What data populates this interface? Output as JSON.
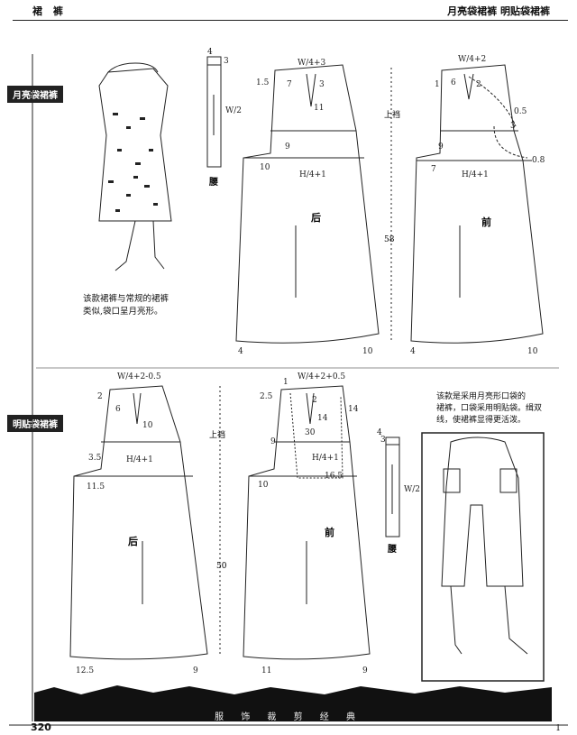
{
  "header": {
    "left": "裙 裤",
    "right": "月亮袋裙裤  明贴袋裙裤"
  },
  "sections": {
    "moon": {
      "tag": "月亮袋裙裤",
      "caption_line1": "该款裙裤与常规的裙裤",
      "caption_line2": "类似,袋口呈月亮形。"
    },
    "patch": {
      "tag": "明贴袋裙裤",
      "caption_line1": "该款是采用月亮形口袋的",
      "caption_line2": "裙裤，口袋采用明贴袋。缉双",
      "caption_line3": "线，使裙裤显得更活泼。"
    }
  },
  "labels": {
    "waist": "腰",
    "back": "后",
    "front": "前",
    "upper": "上裆",
    "waist_formula": "W/4+3",
    "waist_formula_front": "W/4+2",
    "hip": "H/4+1"
  },
  "footer": {
    "text": "服 饰 裁 剪 经 典",
    "page": "320",
    "page_right": "1"
  }
}
